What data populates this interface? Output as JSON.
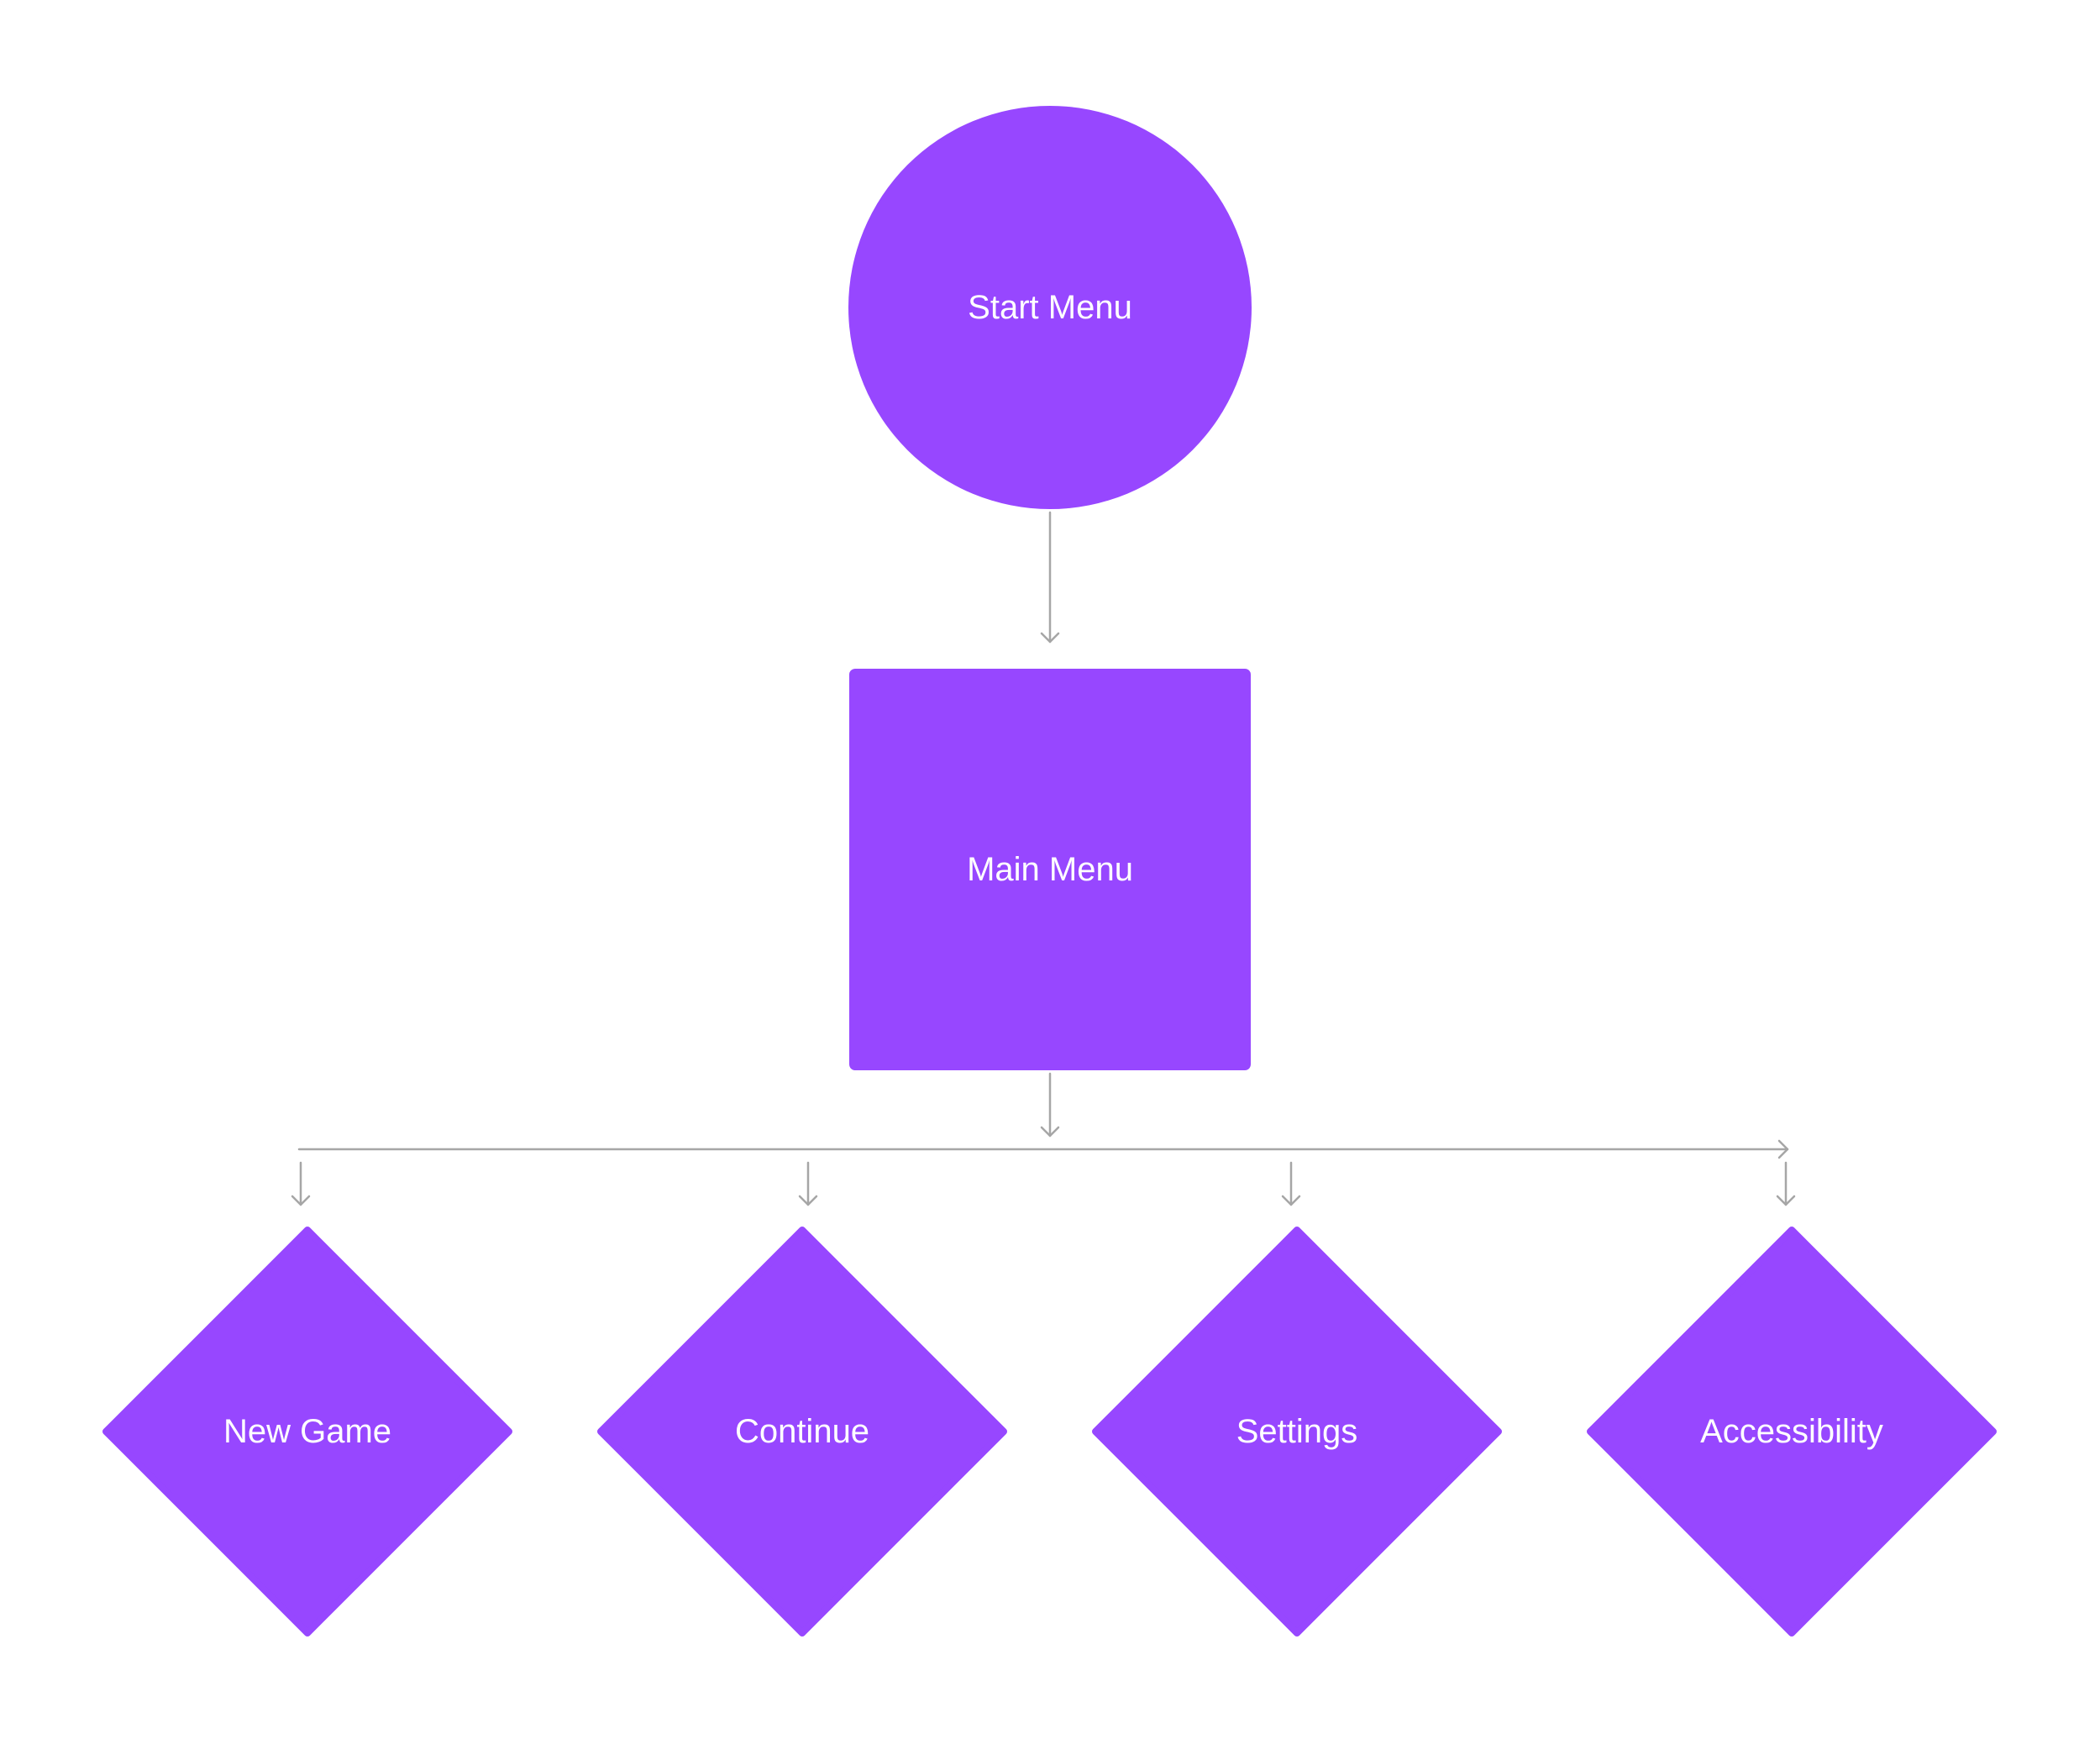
{
  "colors": {
    "node_fill": "#9747FF",
    "connector": "#A6A6A6",
    "label": "#FFFFFF",
    "background": "#FFFFFF"
  },
  "nodes": {
    "start": {
      "label": "Start Menu",
      "shape": "circle"
    },
    "main": {
      "label": "Main Menu",
      "shape": "rounded-square"
    },
    "options": [
      {
        "label": "New Game",
        "shape": "diamond"
      },
      {
        "label": "Continue",
        "shape": "diamond"
      },
      {
        "label": "Settings",
        "shape": "diamond"
      },
      {
        "label": "Accessibility",
        "shape": "diamond"
      }
    ]
  },
  "edges": [
    {
      "from": "Start Menu",
      "to": "Main Menu"
    },
    {
      "from": "Main Menu",
      "to": "New Game"
    },
    {
      "from": "Main Menu",
      "to": "Continue"
    },
    {
      "from": "Main Menu",
      "to": "Settings"
    },
    {
      "from": "Main Menu",
      "to": "Accessibility"
    }
  ]
}
